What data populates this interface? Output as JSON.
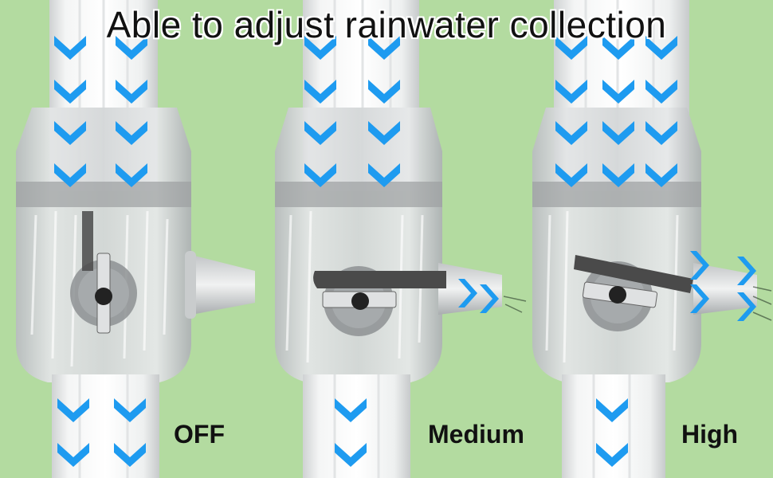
{
  "title": "Able to adjust rainwater collection",
  "colors": {
    "background": "#b3dba0",
    "arrow": "#1e9bf0",
    "handle": "#4a4a4a"
  },
  "panels": [
    {
      "label": "OFF",
      "handle_position": "closed"
    },
    {
      "label": "Medium",
      "handle_position": "half-open"
    },
    {
      "label": "High",
      "handle_position": "open"
    }
  ]
}
